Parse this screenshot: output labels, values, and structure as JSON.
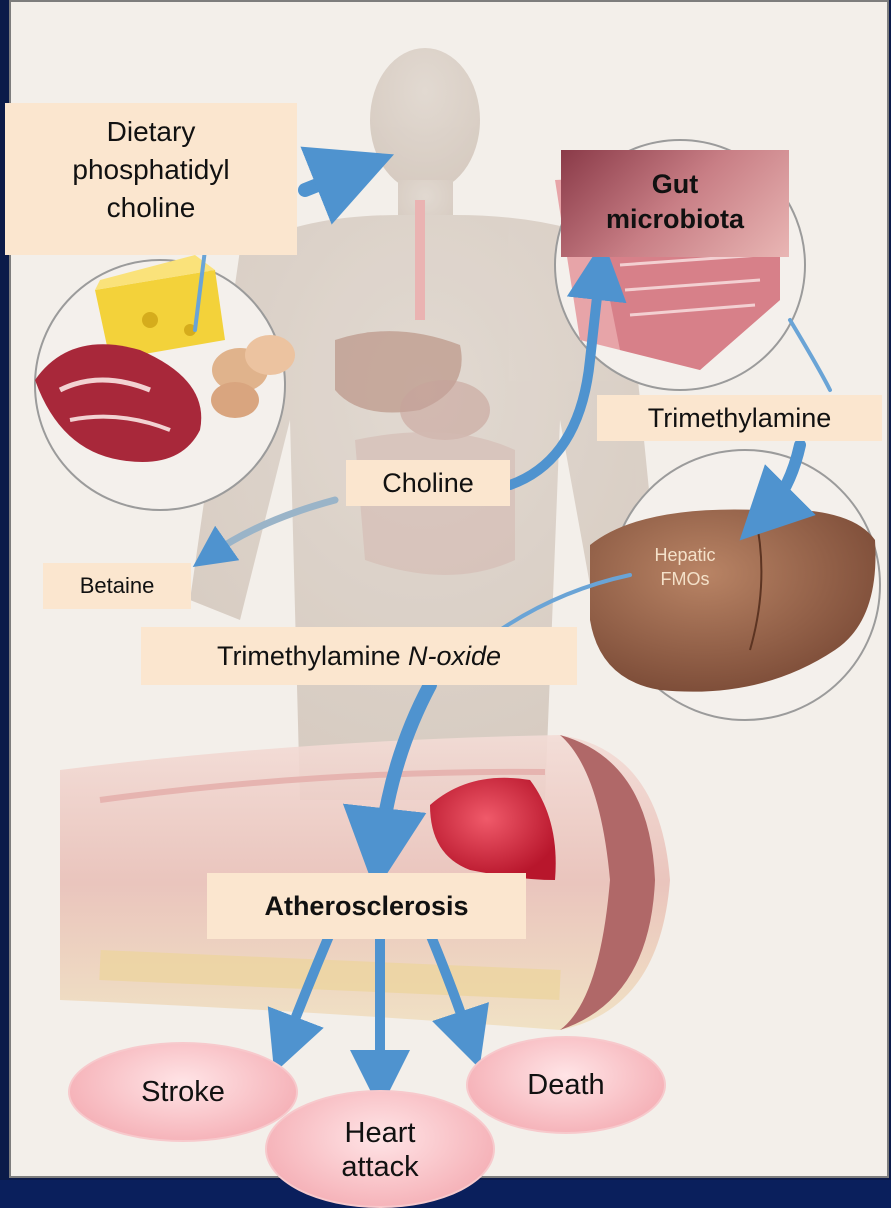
{
  "labels": {
    "dietary": [
      "Dietary",
      "phosphatidyl",
      "choline"
    ],
    "gut": [
      "Gut",
      "microbiota"
    ],
    "trimethylamine": "Trimethylamine",
    "choline": "Choline",
    "betaine": "Betaine",
    "tmao_prefix": "Trimethylamine ",
    "tmao_suffix": "N-oxide",
    "hepatic": [
      "Hepatic",
      "FMOs"
    ],
    "atherosclerosis": "Atherosclerosis",
    "stroke": "Stroke",
    "heart_attack": [
      "Heart",
      "attack"
    ],
    "death": "Death"
  },
  "colors": {
    "arrow": "#4f93cf",
    "label_bg": "#fbe6cf",
    "gut_bg": "#b8606c",
    "outcome_bg": "#f6b5bb",
    "frame": "#0b1a4a"
  }
}
